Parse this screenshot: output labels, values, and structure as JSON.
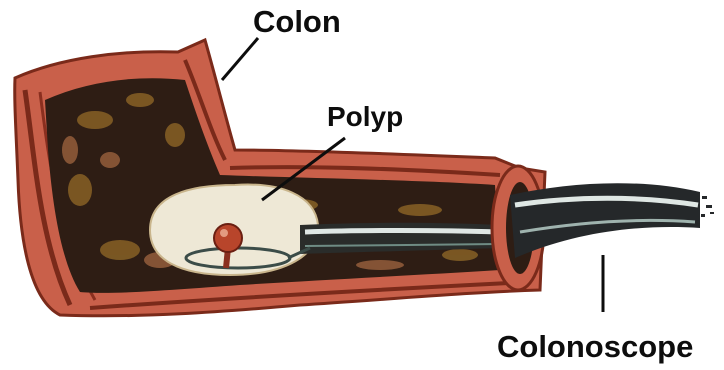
{
  "diagram": {
    "labels": {
      "colon": "Colon",
      "polyp": "Polyp",
      "colonoscope": "Colonoscope"
    }
  },
  "colors": {
    "colon_wall": "#c9604a",
    "colon_wall_dark": "#8a2f1f",
    "colon_interior": "#2e1d14",
    "polyp_area": "#eee8d6",
    "polyp": "#b8452b",
    "scope_dark": "#2a2c2a",
    "scope_light": "#dfe7e4",
    "label_text": "#0d0d0d"
  }
}
